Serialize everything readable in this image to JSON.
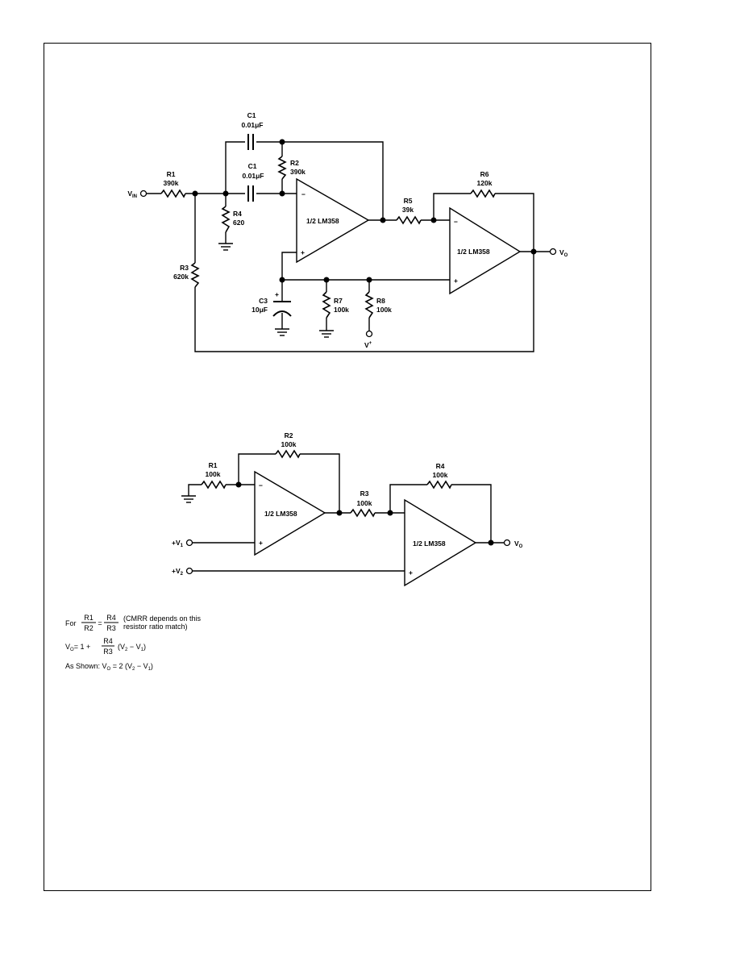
{
  "circuit1": {
    "c1_top": {
      "name": "C1",
      "value": "0.01μF"
    },
    "c1_mid": {
      "name": "C1",
      "value": "0.01μF"
    },
    "r1": {
      "name": "R1",
      "value": "390k"
    },
    "r2": {
      "name": "R2",
      "value": "390k"
    },
    "r3": {
      "name": "R3",
      "value": "620k"
    },
    "r4": {
      "name": "R4",
      "value": "620"
    },
    "r5": {
      "name": "R5",
      "value": "39k"
    },
    "r6": {
      "name": "R6",
      "value": "120k"
    },
    "r7": {
      "name": "R7",
      "value": "100k"
    },
    "r8": {
      "name": "R8",
      "value": "100k"
    },
    "c3": {
      "name": "C3",
      "value": "10μF"
    },
    "vin": {
      "main": "V",
      "sub": "IN"
    },
    "vo": {
      "main": "V",
      "sub": "O"
    },
    "vplus": {
      "main": "V",
      "sup": "+"
    },
    "opamp1": {
      "label": "1/2 LM358",
      "minus": "−",
      "plus": "+"
    },
    "opamp2": {
      "label": "1/2 LM358",
      "minus": "−",
      "plus": "+"
    },
    "c3_polarity": "+"
  },
  "circuit2": {
    "r1": {
      "name": "R1",
      "value": "100k"
    },
    "r2": {
      "name": "R2",
      "value": "100k"
    },
    "r3": {
      "name": "R3",
      "value": "100k"
    },
    "r4": {
      "name": "R4",
      "value": "100k"
    },
    "opamp1": {
      "label": "1/2 LM358",
      "minus": "−",
      "plus": "+"
    },
    "opamp2": {
      "label": "1/2 LM358",
      "minus": "−",
      "plus": "+"
    },
    "v1": {
      "prefix": "+V",
      "sub": "1"
    },
    "v2": {
      "prefix": "+V",
      "sub": "2"
    },
    "vo": {
      "main": "V",
      "sub": "O"
    }
  },
  "formulas": {
    "for_label": "For",
    "r1": "R1",
    "r2": "R2",
    "r3": "R3",
    "r4": "R4",
    "equals": "=",
    "note_line1": "(CMRR depends on this",
    "note_line2": "resistor ratio match)",
    "vo_main": "V",
    "vo_sub": "O",
    "eq2_middle": "= 1 +",
    "eq2_paren_open": "(V",
    "sub2": "2",
    "minus": " − V",
    "sub1": "1",
    "paren_close": ")",
    "as_shown": "As Shown: V",
    "as_shown_rest": " = 2 (V"
  }
}
